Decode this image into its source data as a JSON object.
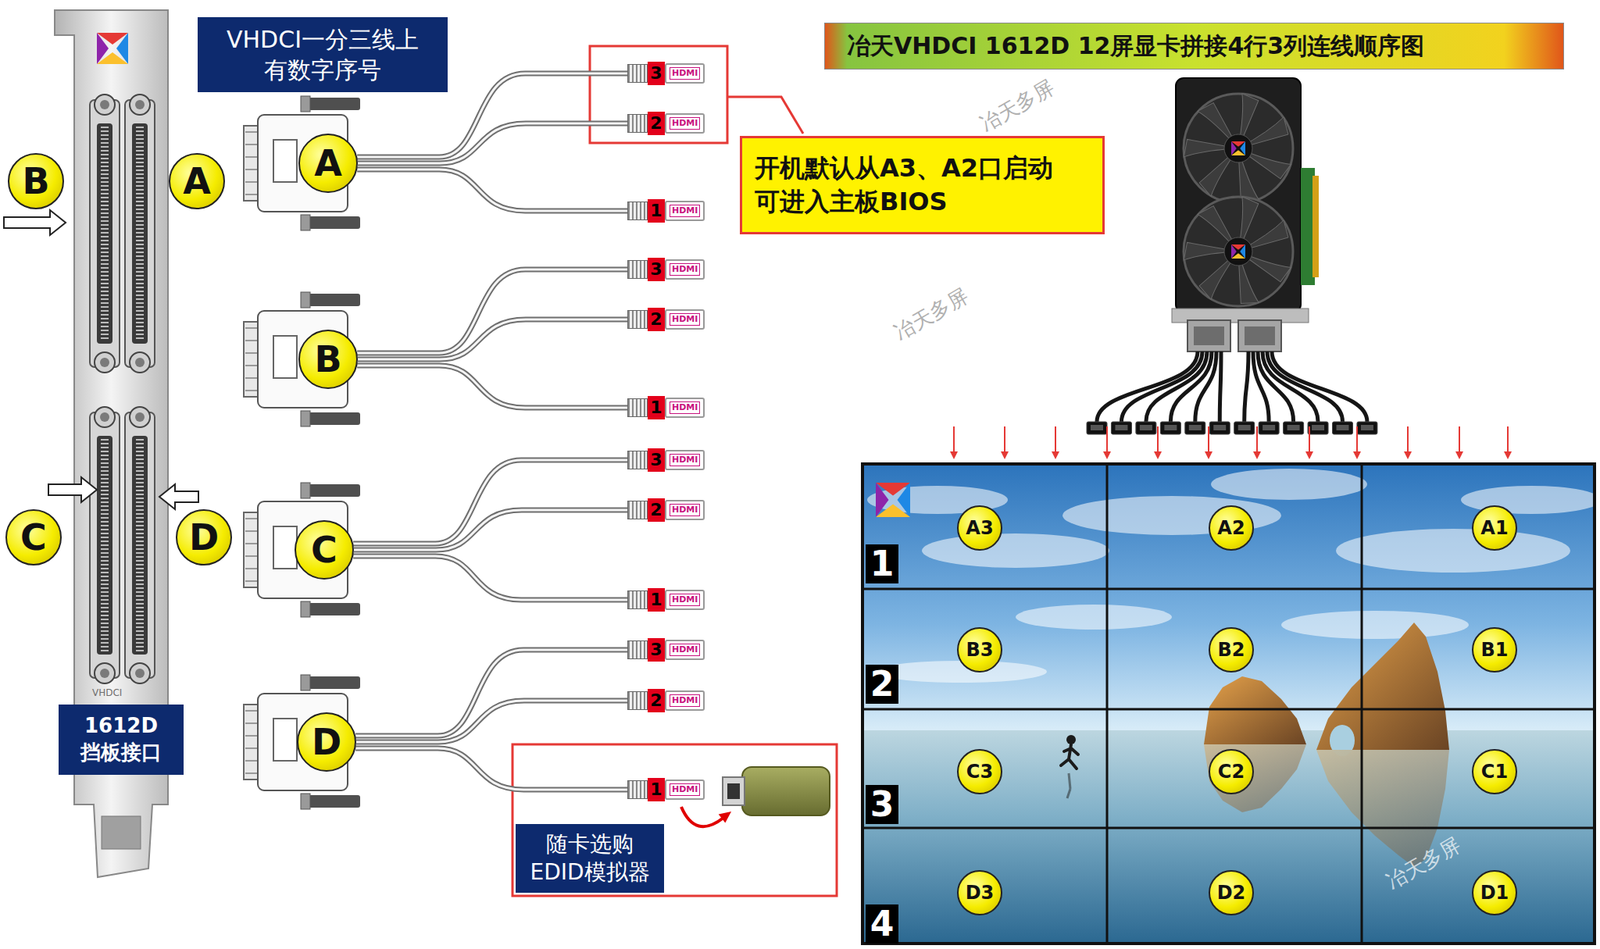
{
  "diagram": {
    "title": "冶天VHDCI 1612D 12屏显卡拼接4行3列连线顺序图",
    "nodes": [
      {
        "text": [
          "VHDCI一分三线上 有数字序号"
        ]
      },
      {
        "text": [
          "B"
        ]
      },
      {
        "text": [
          "A"
        ]
      },
      {
        "text": [
          "C"
        ]
      },
      {
        "text": [
          "D"
        ]
      },
      {
        "text": [
          "1612D 挡板接口"
        ]
      },
      {
        "text": [
          "A"
        ]
      },
      {
        "text": [
          "3",
          "HDMI"
        ]
      },
      {
        "text": [
          "2",
          "HDMI"
        ]
      },
      {
        "text": [
          "1",
          "HDMI"
        ]
      },
      {
        "text": [
          "B"
        ]
      },
      {
        "text": [
          "3",
          "HDMI"
        ]
      },
      {
        "text": [
          "2",
          "HDMI"
        ]
      },
      {
        "text": [
          "1",
          "HDMI"
        ]
      },
      {
        "text": [
          "C"
        ]
      },
      {
        "text": [
          "3",
          "HDMI"
        ]
      },
      {
        "text": [
          "2",
          "HDMI"
        ]
      },
      {
        "text": [
          "1",
          "HDMI"
        ]
      },
      {
        "text": [
          "D"
        ]
      },
      {
        "text": [
          "3",
          "HDMI"
        ]
      },
      {
        "text": [
          "2",
          "HDMI"
        ]
      },
      {
        "text": [
          "1",
          "HDMI"
        ]
      },
      {
        "text": [
          "开机默认从A3、A2口启动 可进入主板BIOS"
        ]
      },
      {
        "text": [
          "随卡选购 EDID模拟器"
        ]
      },
      {
        "text": [
          "A3"
        ]
      },
      {
        "text": [
          "A2"
        ]
      },
      {
        "text": [
          "A1"
        ]
      },
      {
        "text": [
          "B3"
        ]
      },
      {
        "text": [
          "B2"
        ]
      },
      {
        "text": [
          "B1"
        ]
      },
      {
        "text": [
          "C3"
        ]
      },
      {
        "text": [
          "C2"
        ]
      },
      {
        "text": [
          "C1"
        ]
      },
      {
        "text": [
          "D3"
        ]
      },
      {
        "text": [
          "D2"
        ]
      },
      {
        "text": [
          "D1"
        ]
      }
    ],
    "edges": [
      {
        "from": 6,
        "to": 7,
        "arrow": "none"
      },
      {
        "from": 6,
        "to": 8,
        "arrow": "none"
      },
      {
        "from": 6,
        "to": 9,
        "arrow": "none"
      },
      {
        "from": 10,
        "to": 11,
        "arrow": "none"
      },
      {
        "from": 10,
        "to": 12,
        "arrow": "none"
      },
      {
        "from": 10,
        "to": 13,
        "arrow": "none"
      },
      {
        "from": 14,
        "to": 15,
        "arrow": "none"
      },
      {
        "from": 14,
        "to": 16,
        "arrow": "none"
      },
      {
        "from": 14,
        "to": 17,
        "arrow": "none"
      },
      {
        "from": 18,
        "to": 19,
        "arrow": "none"
      },
      {
        "from": 18,
        "to": 20,
        "arrow": "none"
      },
      {
        "from": 18,
        "to": 21,
        "arrow": "none"
      }
    ],
    "labels": [
      "VHDCI",
      "1",
      "2",
      "3",
      "4",
      "冶天多屏",
      "冶天多屏",
      "冶天多屏"
    ]
  }
}
